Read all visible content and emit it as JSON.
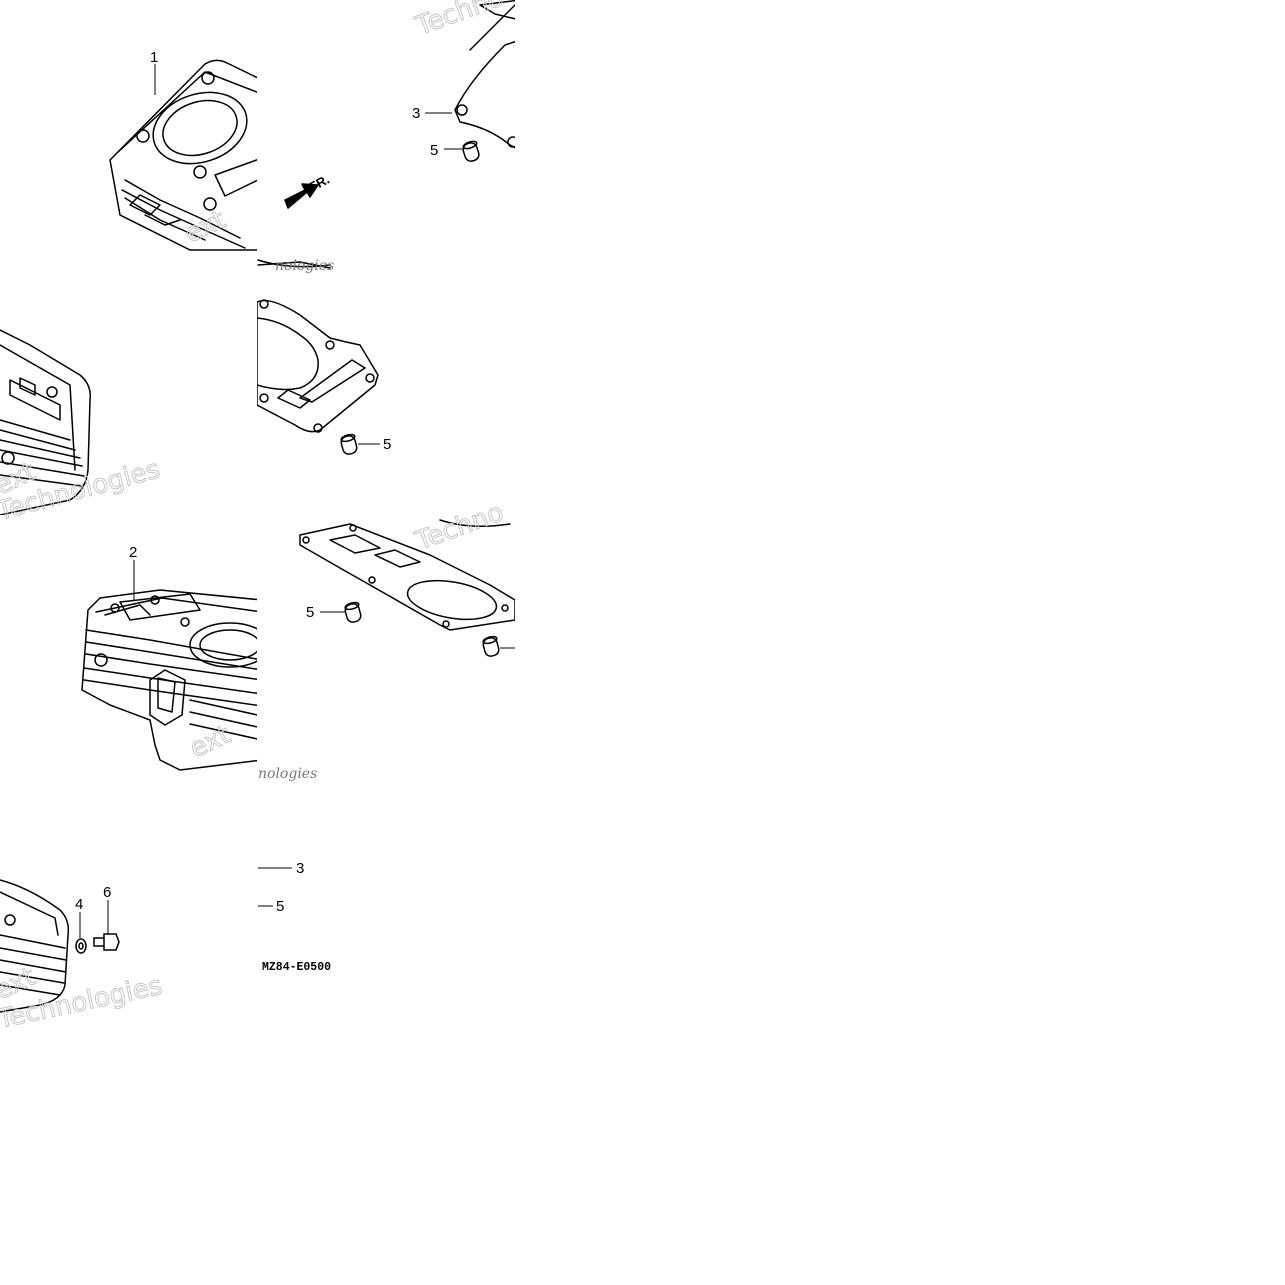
{
  "callouts": {
    "p1": "1",
    "p2": "2",
    "p3a": "3",
    "p3b": "3",
    "p4": "4",
    "p5a": "5",
    "p5b": "5",
    "p5c": "5",
    "p5d": "5",
    "p6": "6"
  },
  "direction_label": "FR.",
  "diagram_code": "MZ84-E0500",
  "watermarks": {
    "w1": "Techno",
    "w2": "nologies",
    "w3": "Technologies",
    "w4": "Techno",
    "w5": "nologies",
    "w6": "Technologies",
    "w7": "ext",
    "w8": "ext"
  }
}
